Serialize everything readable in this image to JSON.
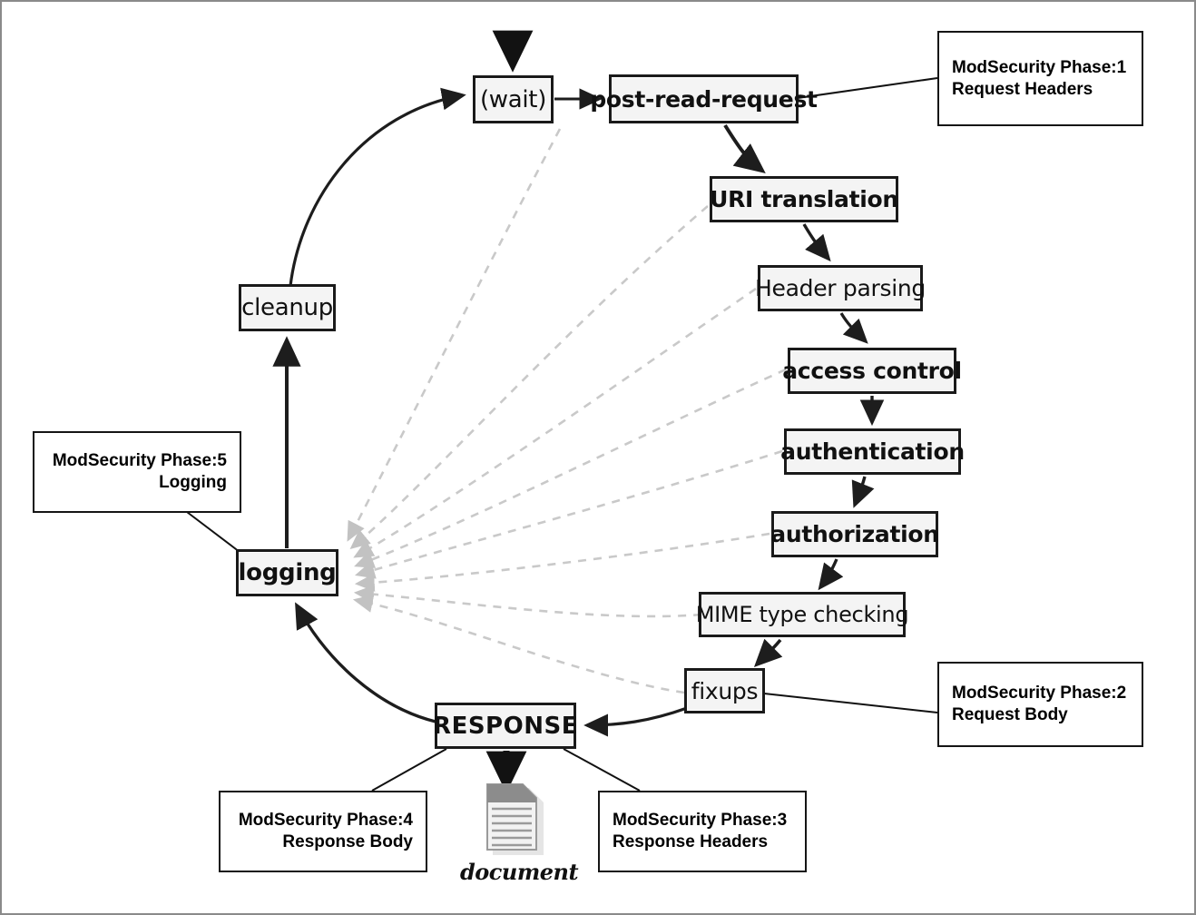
{
  "diagram": {
    "title": "Apache request processing phases with ModSecurity phases",
    "nodes": [
      {
        "id": "wait",
        "label": "(wait)"
      },
      {
        "id": "post-read",
        "label": "post-read-request"
      },
      {
        "id": "uri",
        "label": "URI translation"
      },
      {
        "id": "header",
        "label": "Header parsing"
      },
      {
        "id": "access",
        "label": "access control"
      },
      {
        "id": "authn",
        "label": "authentication"
      },
      {
        "id": "authz",
        "label": "authorization"
      },
      {
        "id": "mime",
        "label": "MIME type checking"
      },
      {
        "id": "fixups",
        "label": "fixups"
      },
      {
        "id": "response",
        "label": "RESPONSE"
      },
      {
        "id": "logging",
        "label": "logging"
      },
      {
        "id": "cleanup",
        "label": "cleanup"
      }
    ],
    "document": {
      "caption": "document",
      "icon": "document-page-icon"
    },
    "notes": [
      {
        "id": "phase1",
        "line1": "ModSecurity Phase:1",
        "line2": "Request Headers"
      },
      {
        "id": "phase2",
        "line1": "ModSecurity Phase:2",
        "line2": "Request Body"
      },
      {
        "id": "phase3",
        "line1": "ModSecurity Phase:3",
        "line2": "Response Headers"
      },
      {
        "id": "phase4",
        "line1": "ModSecurity Phase:4",
        "line2": "Response Body"
      },
      {
        "id": "phase5",
        "line1": "ModSecurity Phase:5",
        "line2": "Logging"
      }
    ],
    "colors": {
      "node_border": "#1a1a1a",
      "node_fill": "#f4f4f4",
      "note_border": "#151515",
      "flow_edge": "#222222",
      "dashed_edge": "#c9c9c9",
      "frame": "#8a8a8a",
      "doc_icon": "#8c8c8c"
    }
  }
}
